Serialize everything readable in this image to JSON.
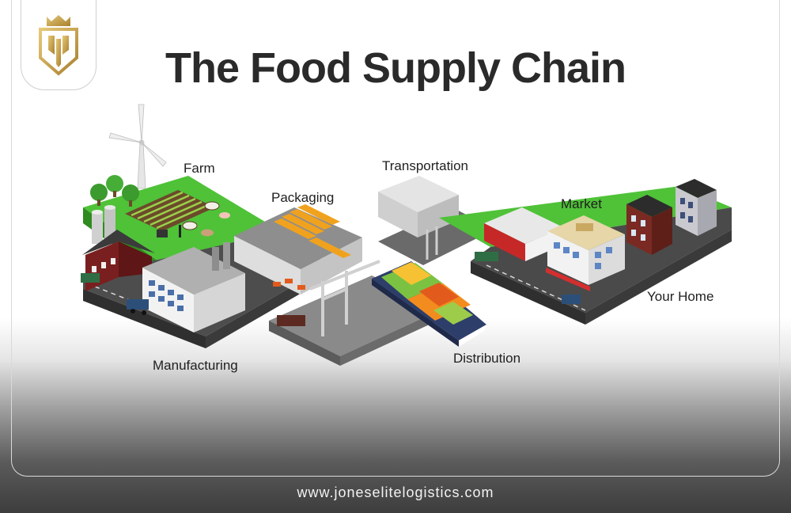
{
  "title": "The Food Supply Chain",
  "stages": [
    {
      "id": "farm",
      "label": "Farm"
    },
    {
      "id": "packaging",
      "label": "Packaging"
    },
    {
      "id": "transportation",
      "label": "Transportation"
    },
    {
      "id": "market",
      "label": "Market"
    },
    {
      "id": "your-home",
      "label": "Your Home"
    },
    {
      "id": "manufacturing",
      "label": "Manufacturing"
    },
    {
      "id": "distribution",
      "label": "Distribution"
    }
  ],
  "footer": {
    "url": "www.joneselitelogistics.com"
  },
  "colors": {
    "grass": "#4fc238",
    "road": "#4a4a4a",
    "gold": "#c8a24a",
    "container_orange": "#f28c1e",
    "container_green": "#7cc242"
  }
}
